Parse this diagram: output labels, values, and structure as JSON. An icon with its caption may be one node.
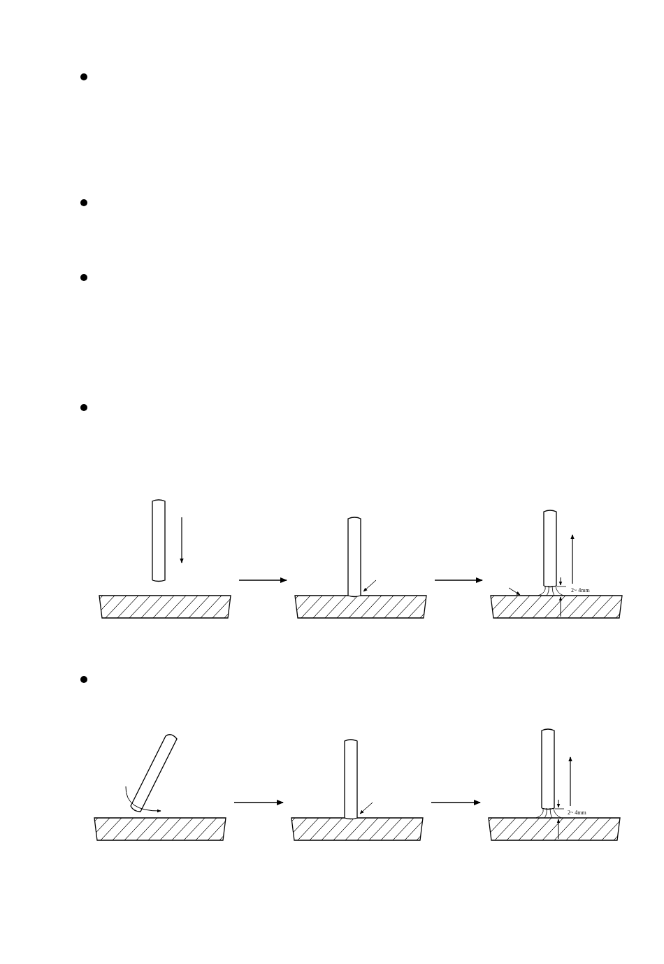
{
  "diagram": {
    "nodes": [
      {
        "text": [],
        "shape": "picture"
      },
      {
        "text": [],
        "shape": "picture"
      },
      {
        "text": [],
        "shape": "picture"
      },
      {
        "text": [],
        "shape": "picture"
      },
      {
        "text": [],
        "shape": "picture"
      },
      {
        "text": [],
        "shape": "picture"
      }
    ],
    "edges": [
      {
        "from": 0,
        "to": 1,
        "arrow": "to"
      },
      {
        "from": 1,
        "to": 2,
        "arrow": "to"
      },
      {
        "from": 3,
        "to": 4,
        "arrow": "to"
      },
      {
        "from": 4,
        "to": 5,
        "arrow": "to"
      }
    ],
    "labels": [
      "2~ 4mm",
      "2~ 4mm"
    ]
  }
}
